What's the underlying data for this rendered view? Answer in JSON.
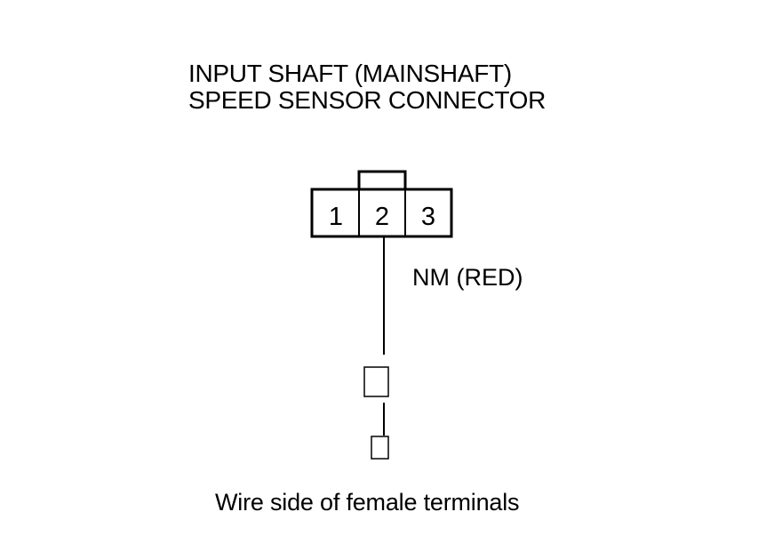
{
  "title": {
    "line1": "INPUT SHAFT (MAINSHAFT)",
    "line2": "SPEED SENSOR CONNECTOR"
  },
  "connector": {
    "pins": [
      "1",
      "2",
      "3"
    ]
  },
  "wire": {
    "label": "NM (RED)"
  },
  "caption": "Wire side of female terminals"
}
